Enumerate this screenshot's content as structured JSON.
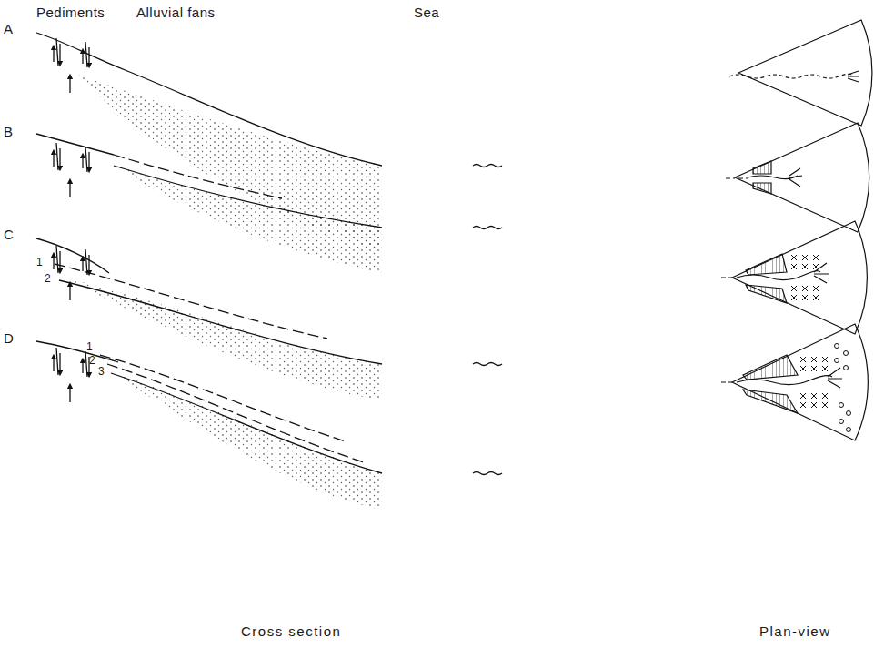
{
  "diagram": {
    "labels": [
      "Pediments",
      "Alluvial fans",
      "Sea",
      "A",
      "B",
      "C",
      "D",
      "1",
      "2",
      "1",
      "2",
      "3",
      "Cross section",
      "Plan-view"
    ]
  }
}
